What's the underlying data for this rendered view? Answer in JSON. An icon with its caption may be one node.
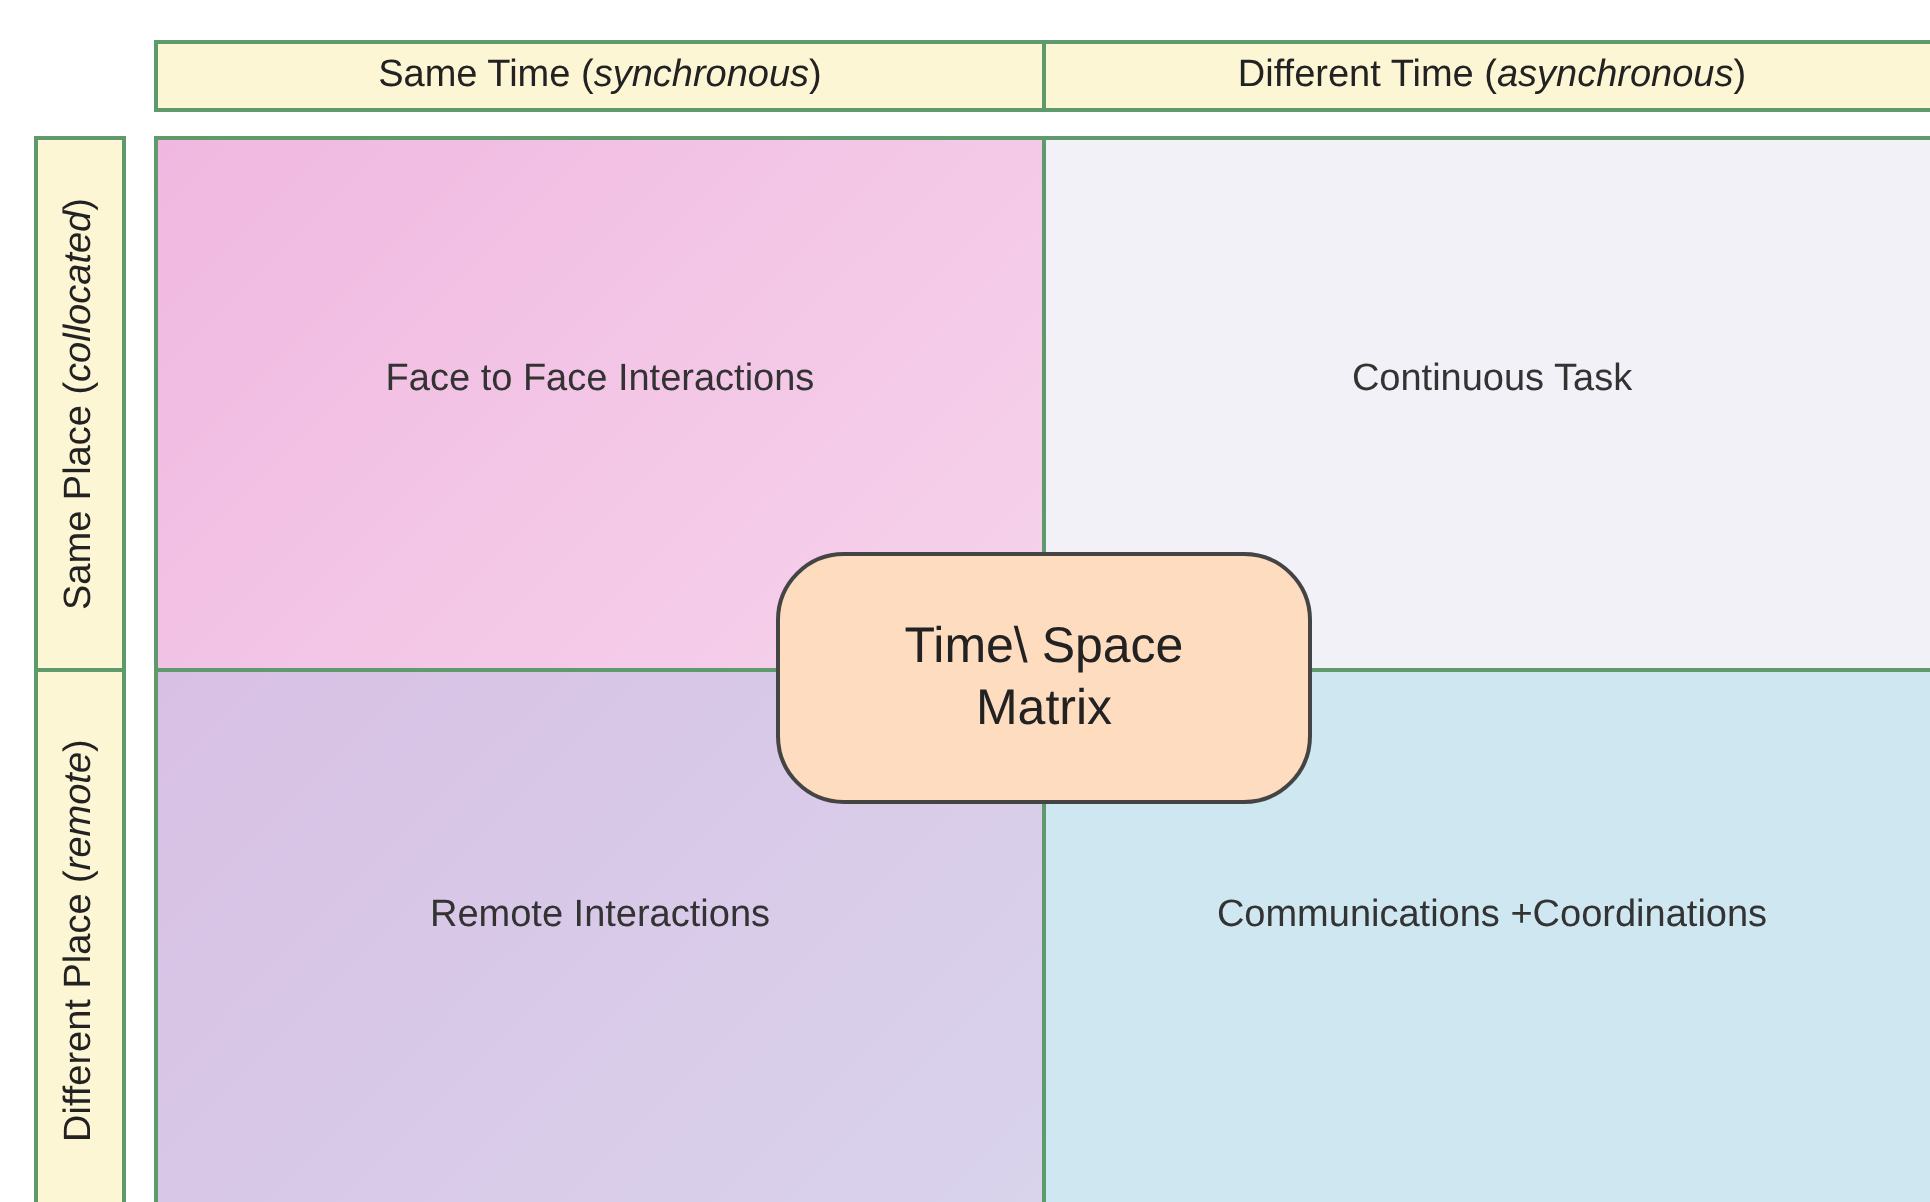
{
  "diagram": {
    "nodes": [
      {
        "text": [
          "Same Time (*synchronous*)"
        ]
      },
      {
        "text": [
          "Different Time (*asynchronous*)"
        ]
      },
      {
        "text": [
          "Same Place (*collocated*)"
        ]
      },
      {
        "text": [
          "Different Place (*remote*)"
        ]
      },
      {
        "text": [
          "Face to Face Interactions"
        ]
      },
      {
        "text": [
          "Continuous Task"
        ]
      },
      {
        "text": [
          "Remote Interactions"
        ]
      },
      {
        "text": [
          "Communications +Coordinations"
        ]
      },
      {
        "text": [
          "Time\\ Space Matrix"
        ]
      }
    ]
  }
}
